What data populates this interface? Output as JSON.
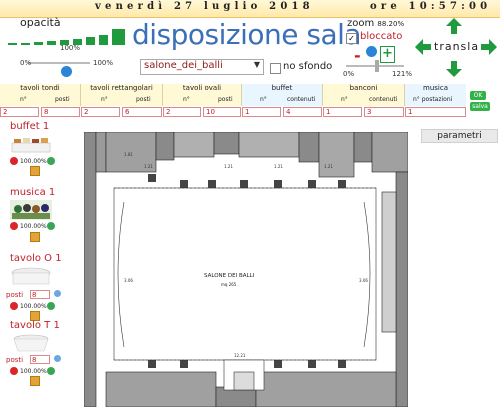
{
  "header": {
    "date": "venerdì 27 luglio 2018",
    "time": "ore 10:57:00"
  },
  "opacity": {
    "label": "opacità",
    "percent_top": "100%",
    "min_label": "0%",
    "max_label": "100%",
    "value_fraction": 1.0
  },
  "title": "disposizione sala",
  "room": {
    "selected": "salone_dei_balli",
    "no_sfondo_label": "no sfondo",
    "no_sfondo_checked": false
  },
  "zoom": {
    "label": "zoom",
    "percent": "88.20%",
    "bloccato_label": "bloccato",
    "bloccato_checked": true,
    "minus": "-",
    "plus": "+",
    "min_label": "0%",
    "max_label": "121%"
  },
  "translate": {
    "label": "transla"
  },
  "table_groups": [
    {
      "title": "tavoli tondi",
      "cols": [
        "n°",
        "posti"
      ],
      "values": [
        "2",
        "8"
      ]
    },
    {
      "title": "tavoli rettangolari",
      "cols": [
        "n°",
        "posti"
      ],
      "values": [
        "2",
        "6"
      ]
    },
    {
      "title": "tavoli ovali",
      "cols": [
        "n°",
        "posti"
      ],
      "values": [
        "2",
        "10"
      ]
    },
    {
      "title": "buffet",
      "cols": [
        "n°",
        "contenuti"
      ],
      "values": [
        "1",
        "4"
      ]
    },
    {
      "title": "banconi",
      "cols": [
        "n°",
        "contenuti"
      ],
      "values": [
        "1",
        "3"
      ]
    },
    {
      "title": "musica",
      "cols": [
        "n° postazioni"
      ],
      "values": [
        "1"
      ]
    }
  ],
  "buttons": {
    "ok": "OK",
    "salva": "salva",
    "parametri": "parametri"
  },
  "sidebar": [
    {
      "name": "buffet 1",
      "pct": "100.00%"
    },
    {
      "name": "musica 1",
      "pct": "100.00%"
    },
    {
      "name": "tavolo O 1",
      "posti_label": "posti",
      "posti_value": "8",
      "pct": "100.00%"
    },
    {
      "name": "tavolo T 1",
      "posti_label": "posti",
      "posti_value": "8",
      "pct": "100.00%"
    }
  ],
  "plan": {
    "room_label": "SALONE DEI BALLI",
    "room_sub": "mq 265"
  },
  "colors": {
    "accent_green": "#1f9a3c",
    "title_blue": "#3b6fb8",
    "label_red": "#c01e2a"
  }
}
